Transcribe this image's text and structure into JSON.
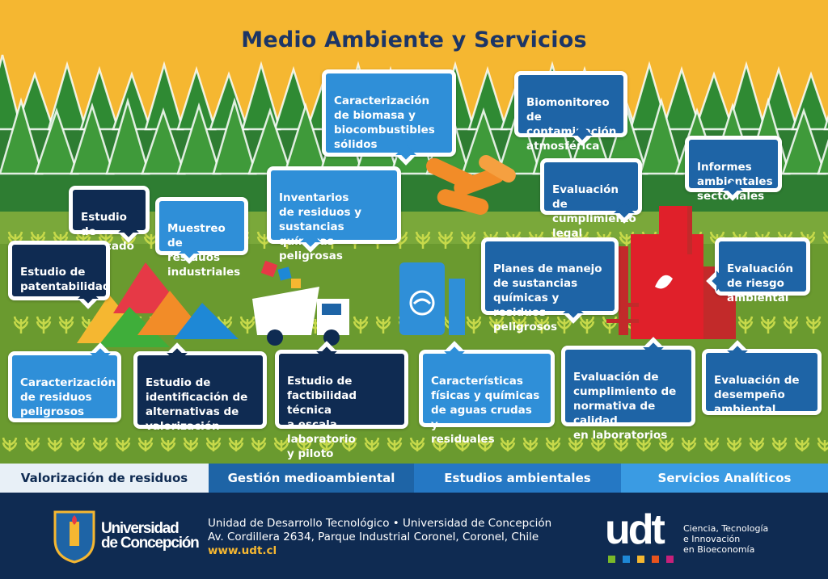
{
  "title": "Medio Ambiente y Servicios",
  "colors": {
    "sky": "#f5b731",
    "forest_dark": "#2e7d32",
    "forest": "#3f9a3a",
    "field": "#6a9a2f",
    "navy": "#0f2b52",
    "blue_mid": "#1e64a6",
    "blue_light": "#2f8fd8",
    "accent_yellow": "#f5b731"
  },
  "bubbles": [
    {
      "text": "Caracterización\nde biomasa y\nbiocombustibles\nsólidos",
      "style": "light"
    },
    {
      "text": "Biomonitoreo de\ncontaminación\natmosférica",
      "style": "mid"
    },
    {
      "text": "Informes\nambientales\nsectoriales",
      "style": "mid"
    },
    {
      "text": "Evaluación de\ncumplimiento\nlegal ambiental",
      "style": "mid"
    },
    {
      "text": "Estudio de\nmercado",
      "style": "navy"
    },
    {
      "text": "Muestreo\nde residuos\nindustriales",
      "style": "light"
    },
    {
      "text": "Inventarios\nde residuos y\nsustancias químicas\npeligrosas",
      "style": "light"
    },
    {
      "text": "Estudio de\npatentabilidad",
      "style": "navy"
    },
    {
      "text": "Planes de manejo\nde sustancias\nquímicas y residuos\npeligrosos",
      "style": "mid"
    },
    {
      "text": "Evaluación\nde riesgo\nambiental",
      "style": "mid"
    },
    {
      "text": "Caracterización\nde residuos\npeligrosos",
      "style": "light"
    },
    {
      "text": "Estudio de\nidentificación de\nalternativas de\nvalorización",
      "style": "navy"
    },
    {
      "text": "Estudio de\nfactibilidad técnica\na escala laboratorio\ny piloto",
      "style": "navy"
    },
    {
      "text": "Características\nfísicas y químicas\nde aguas crudas y\nresiduales",
      "style": "light"
    },
    {
      "text": "Evaluación de\ncumplimiento de\nnormativa de calidad\nen laboratorios",
      "style": "mid"
    },
    {
      "text": "Evaluación de\ndesempeño\nambiental",
      "style": "mid"
    }
  ],
  "categories": [
    {
      "label": "Valorización de residuos",
      "bg": "#e8f0f7",
      "fg": "#0f2b52"
    },
    {
      "label": "Gestión medioambiental",
      "bg": "#1e64a6",
      "fg": "#ffffff"
    },
    {
      "label": "Estudios ambientales",
      "bg": "#2578c4",
      "fg": "#ffffff"
    },
    {
      "label": "Servicios Analíticos",
      "bg": "#3a9be3",
      "fg": "#ffffff"
    }
  ],
  "footer": {
    "line1": "Unidad de Desarrollo Tecnológico • Universidad de Concepción",
    "line2": "Av. Cordillera 2634, Parque Industrial Coronel, Coronel, Chile",
    "url": "www.udt.cl",
    "uni_logo_line1": "Universidad",
    "uni_logo_line2": "de Concepción",
    "udt_logo": "udt",
    "udt_tagline": "Ciencia, Tecnología\ne Innovación\nen Bioeconomía",
    "square_colors": [
      "#7ab929",
      "#1e88d6",
      "#f5b731",
      "#e8531d",
      "#c7207a"
    ]
  }
}
